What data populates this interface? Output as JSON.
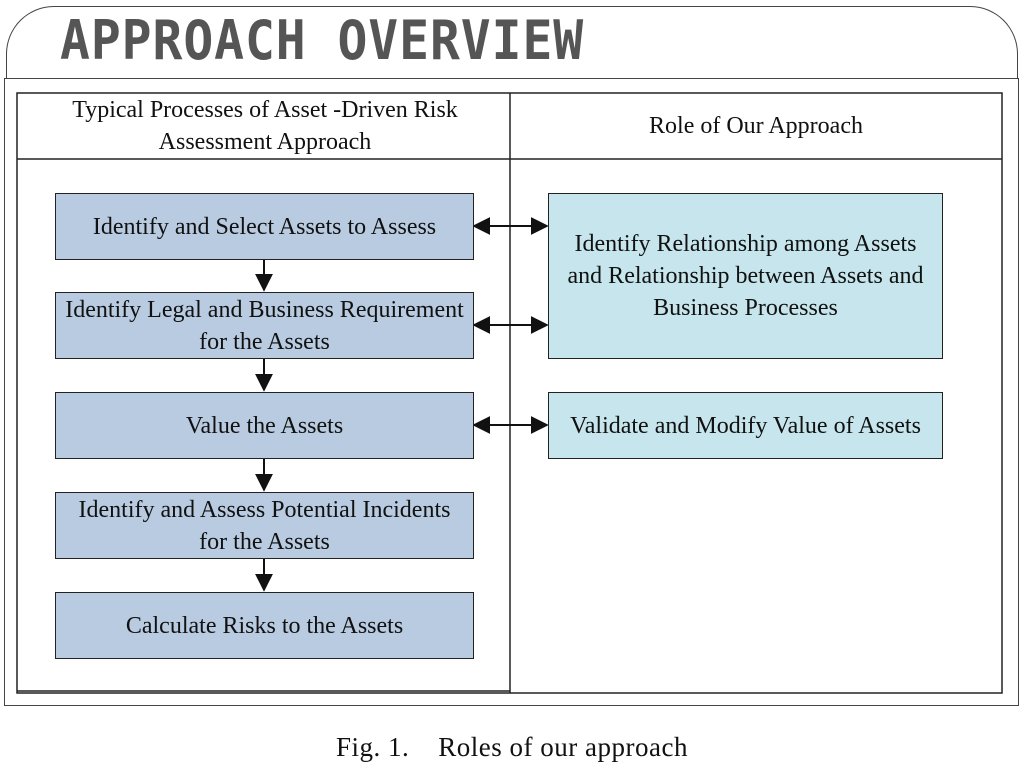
{
  "slide": {
    "title": "APPROACH OVERVIEW"
  },
  "table": {
    "left_header": "Typical Processes of Asset -Driven Risk Assessment Approach",
    "right_header": "Role of Our Approach"
  },
  "processes": [
    "Identify and Select Assets to Assess",
    "Identify Legal and Business Requirement for the Assets",
    "Value the Assets",
    "Identify and Assess Potential Incidents for the Assets",
    "Calculate Risks to the Assets"
  ],
  "roles": [
    "Identify Relationship among Assets and Relationship between Assets and Business Processes",
    "Validate and Modify Value of Assets"
  ],
  "caption": "Fig. 1.    Roles of our approach",
  "colors": {
    "process_fill": "#b8cbe0",
    "role_fill": "#c6e5ec",
    "title_text": "#555555"
  }
}
